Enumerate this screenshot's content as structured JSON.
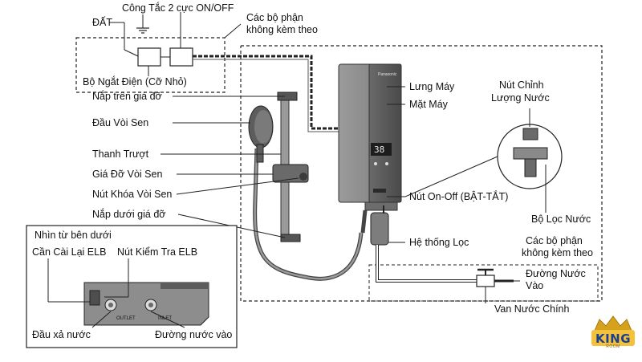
{
  "labels": {
    "switch": "Công Tắc 2 cực ON/OFF",
    "ground": "ĐẤT",
    "not_included_top_1": "Các bộ phận",
    "not_included_top_2": "không kèm theo",
    "breaker": "Bộ Ngắt Điện (Cỡ Nhỏ)",
    "top_holder_cap": "Nắp trên giá đỡ",
    "shower_head": "Đầu Vòi Sen",
    "slide_bar": "Thanh Trượt",
    "shower_holder": "Giá Đỡ Vòi Sen",
    "shower_lock": "Nút Khóa Vòi Sen",
    "bottom_holder_cap": "Nắp dưới giá đỡ",
    "back_cover": "Lưng Máy",
    "front_cover": "Mặt Máy",
    "flow_knob_1": "Nút Chỉnh",
    "flow_knob_2": "Lượng Nước",
    "power_button": "Nút On-Off (BẬT-TẮT)",
    "filter_system": "Hệ thống Lọc",
    "water_filter": "Bộ Lọc Nước",
    "not_included_bottom_1": "Các bộ phận",
    "not_included_bottom_2": "không kèm theo",
    "water_inlet_1": "Đường Nước",
    "water_inlet_2": "Vào",
    "main_valve": "Van Nước Chính",
    "inset_title": "Nhìn từ bên dưới",
    "elb_reset": "Cần Cài Lại ELB",
    "elb_test": "Nút Kiểm Tra ELB",
    "outlet_end": "Đầu xả nước",
    "inlet_line": "Đường nước vào",
    "outlet_mark": "OUTLET",
    "inlet_mark": "INLET",
    "display": "38",
    "heater_brand": "Panasonic"
  },
  "logo": {
    "text": "KING",
    "sub": "ROOM"
  },
  "colors": {
    "body": "#8a8a8a",
    "panel": "#5c5c5c",
    "line": "#222222",
    "logo_gold": "#d6a21e",
    "logo_blue": "#1d3f8f"
  }
}
